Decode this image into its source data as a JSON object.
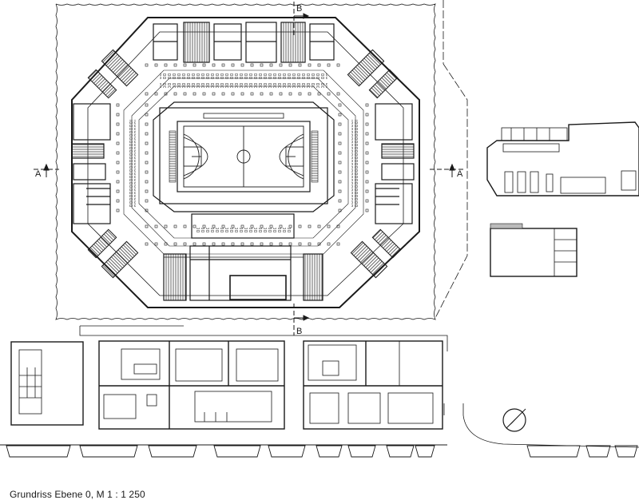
{
  "caption": "Grundriss Ebene 0, M 1 : 1 250",
  "section_marks": {
    "a": "A",
    "b": "B"
  },
  "colors": {
    "line": "#1a1a1a",
    "thin": "#444444",
    "fill": "#ffffff",
    "hatch": "#888888"
  },
  "icons": {
    "north": "north-arrow-icon",
    "section": "section-arrow-icon"
  }
}
